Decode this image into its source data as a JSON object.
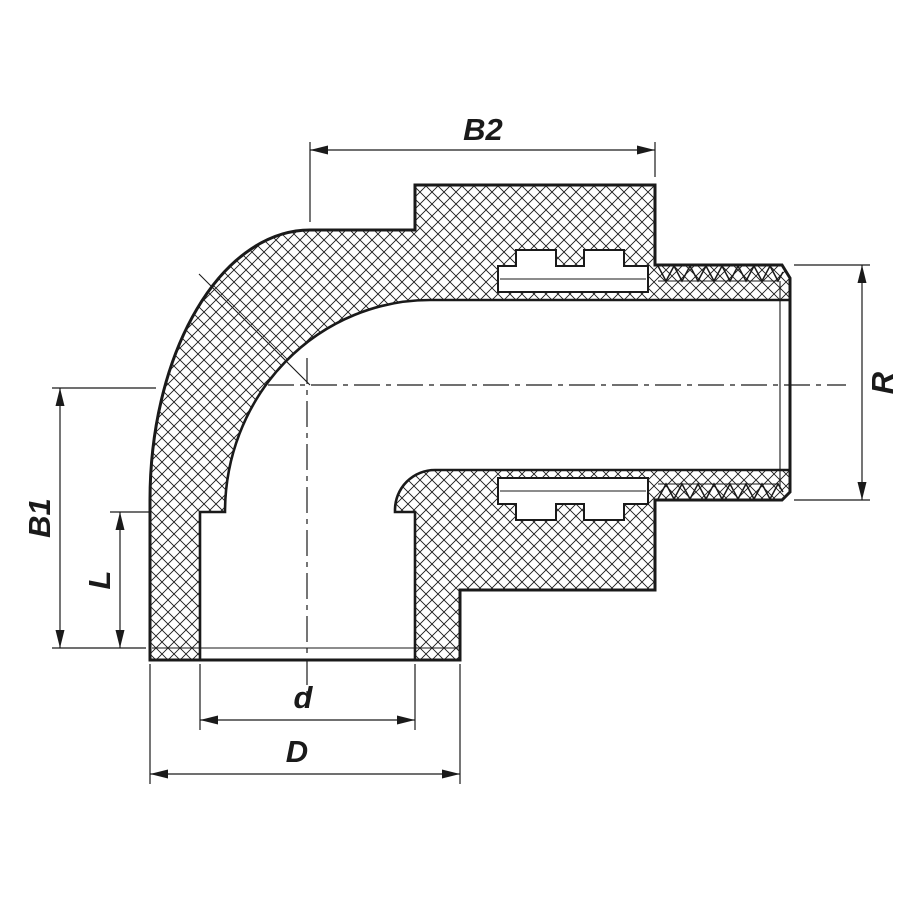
{
  "page": {
    "background_color": "#ffffff",
    "line_color": "#1a1a1a"
  },
  "drawing": {
    "kind": "technical-section-drawing",
    "subject": "90-degree elbow pipe fitting, female socket to male thread, cross-section with crosshatch",
    "dims": {
      "b2": "B2",
      "r": "R",
      "b1": "B1",
      "l": "L",
      "d_inner": "d",
      "d_outer": "D"
    }
  }
}
